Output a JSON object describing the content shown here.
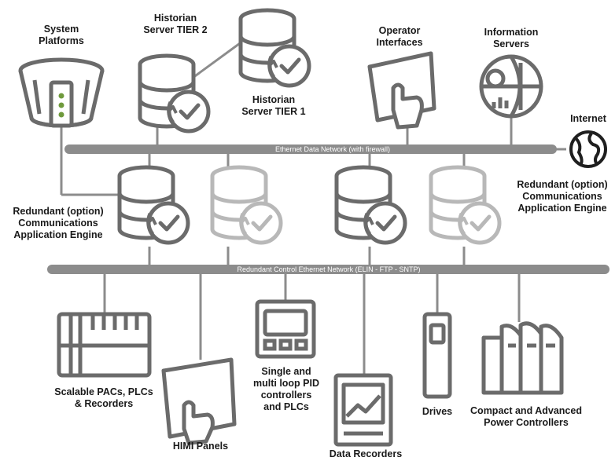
{
  "networks": {
    "ethernet": "Ethernet Data Network (with firewall)",
    "control": "Redundant Control Ethernet Network (ELIN - FTP - SNTP)"
  },
  "labels": {
    "system_platforms": [
      "System",
      "Platforms"
    ],
    "historian_tier2": [
      "Historian",
      "Server TIER 2"
    ],
    "historian_tier1": [
      "Historian",
      "Server TIER 1"
    ],
    "operator_interfaces": [
      "Operator",
      "Interfaces"
    ],
    "information_servers": [
      "Information",
      "Servers"
    ],
    "internet": [
      "Internet"
    ],
    "redundant_left": [
      "Redundant (option)",
      "Communications",
      "Application Engine"
    ],
    "redundant_right": [
      "Redundant (option)",
      "Communications",
      "Application Engine"
    ],
    "pacs": [
      "Scalable PACs, PLCs",
      "& Recorders"
    ],
    "hmi": [
      "HIMI Panels"
    ],
    "pid": [
      "Single and",
      "multi loop PID",
      "controllers",
      "and PLCs"
    ],
    "data_recorders": [
      "Data Recorders"
    ],
    "drives": [
      "Drives"
    ],
    "power_controllers": [
      "Compact and Advanced",
      "Power Controllers"
    ]
  },
  "colors": {
    "icon": "#6b6b6b",
    "icon_light": "#b8b8b8",
    "bus": "#8c8c8c",
    "text": "#1a1a1a"
  },
  "icons": [
    "server-rack-icon",
    "database-check-icon",
    "tablet-touch-icon",
    "globe-chart-icon",
    "globe-icon",
    "plc-icon",
    "pid-controller-icon",
    "data-recorder-icon",
    "drive-icon",
    "power-controller-icon"
  ]
}
